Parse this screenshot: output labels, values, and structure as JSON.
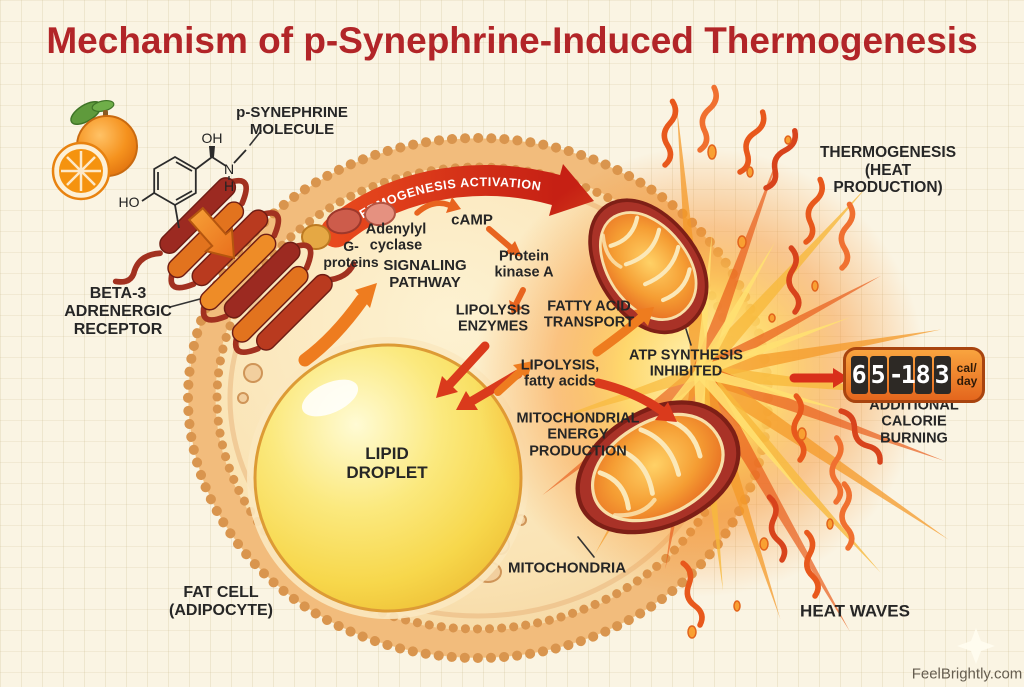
{
  "title": "Mechanism of p-Synephrine-Induced Thermogenesis",
  "molecule": {
    "label": "p-SYNEPHRINE\nMOLECULE",
    "atoms": {
      "oh": "OH",
      "ho": "HO",
      "n": "N",
      "h": "H"
    }
  },
  "labels": {
    "banner": "THERMOGENESIS ACTIVATION",
    "receptor": "BETA-3\nADRENERGIC\nRECEPTOR",
    "g_proteins": "G-\nproteins",
    "adenylyl_cyclase": "Adenylyl\ncyclase",
    "camp": "cAMP",
    "protein_kinase_a": "Protein\nkinase A",
    "signaling_pathway": "SIGNALING\nPATHWAY",
    "lipolysis_enzymes": "LIPOLYSIS\nENZYMES",
    "fatty_acid_transport": "FATTY ACID\nTRANSPORT",
    "lipolysis_fatty_acids": "LIPOLYSIS,\nfatty acids",
    "atp_synthesis": "ATP SYNTHESIS\nINHIBITED",
    "mitochondrial_energy": "MITOCHONDRIAL\nENERGY\nPRODUCTION",
    "lipid_droplet": "LIPID\nDROPLET",
    "mitochondria": "MITOCHONDRIA",
    "fat_cell": "FAT CELL\n(ADIPOCYTE)",
    "thermogenesis": "THERMOGENESIS\n(HEAT PRODUCTION)",
    "additional_calorie": "ADDITIONAL\nCALORIE BURNING",
    "heat_waves": "HEAT WAVES"
  },
  "calorie_display": {
    "value": "65-183 cal/day",
    "cells": [
      "6",
      "5",
      "-1",
      "8",
      "3"
    ],
    "unit_line1": "cal/",
    "unit_line2": "day"
  },
  "watermark": "FeelBrightly.com",
  "colors": {
    "title": "#b22528",
    "background": "#faf4e3",
    "label_text": "#262626",
    "banner_red": "#d92b1b",
    "arrow_orange": "#ee7c1f",
    "arrow_red": "#da3a1c",
    "membrane": "#f2bc7c",
    "lipid_yellow": "#f7d74b",
    "mitochondria_outer": "#a93227",
    "display_orange": "#ef7f28"
  }
}
